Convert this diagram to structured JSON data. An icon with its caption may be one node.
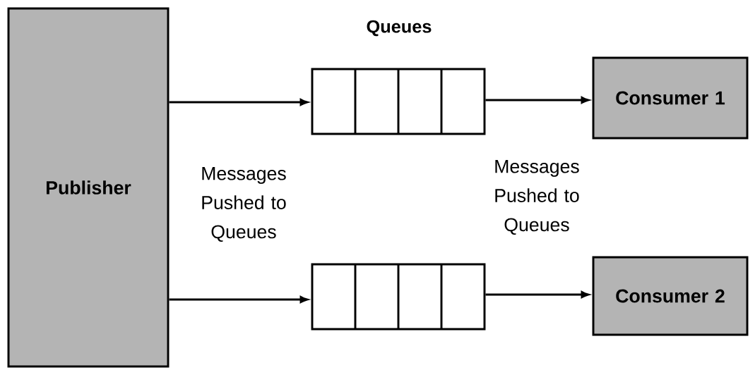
{
  "diagram": {
    "nodes": [
      {
        "text": [
          "Publisher"
        ]
      },
      {
        "text": [],
        "shape": "box"
      },
      {
        "text": [],
        "shape": "box"
      },
      {
        "text": [
          "Consumer 1"
        ]
      },
      {
        "text": [
          "Consumer 2"
        ]
      }
    ],
    "edges": [
      {
        "from": 0,
        "to": 1,
        "arrow": "to"
      },
      {
        "from": 1,
        "to": 3,
        "arrow": "to"
      },
      {
        "from": 0,
        "to": 2,
        "arrow": "to"
      },
      {
        "from": 2,
        "to": 4,
        "arrow": "to"
      }
    ],
    "labels": [
      "Queues",
      "Messages Pushed to Queues",
      "Messages Pushed to Queues"
    ]
  }
}
